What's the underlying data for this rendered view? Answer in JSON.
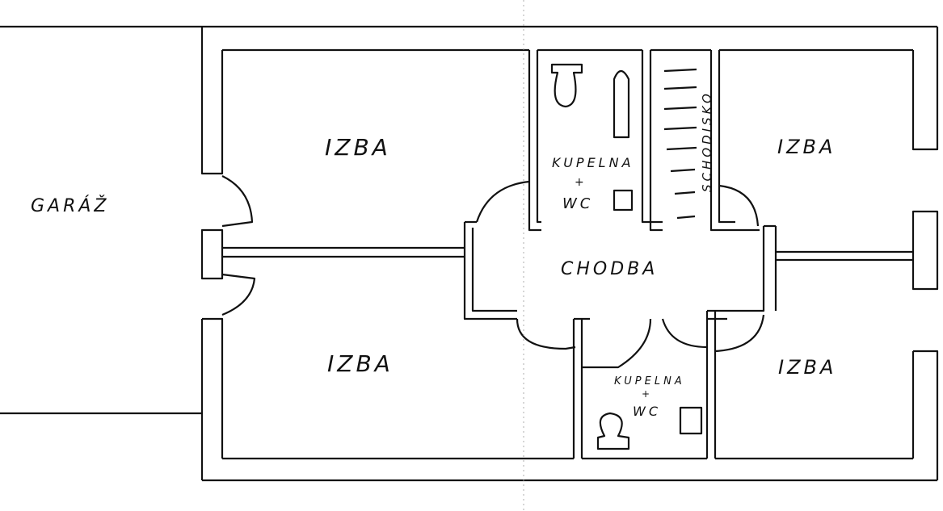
{
  "rooms": {
    "garage": "GARÁŽ",
    "room_top_left": "IZBA",
    "room_bottom_left": "IZBA",
    "room_top_right": "IZBA",
    "room_bottom_right": "IZBA",
    "corridor": "CHODBA",
    "staircase": "SCHODISKO",
    "bathroom_top": {
      "line1": "KUPELNA",
      "line2": "+",
      "line3": "WC"
    },
    "bathroom_bottom": {
      "line1": "KUPELNA",
      "line2": "+",
      "line3": "WC"
    }
  }
}
